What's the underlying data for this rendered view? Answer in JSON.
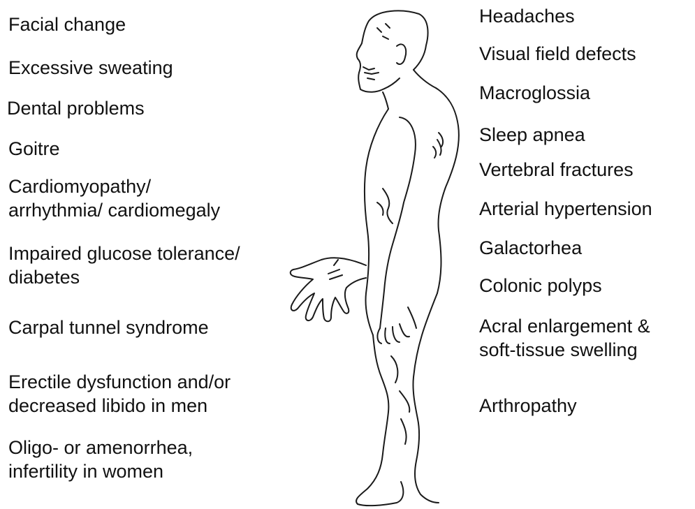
{
  "left_labels": [
    {
      "lines": [
        "Facial change"
      ]
    },
    {
      "lines": [
        "Excessive sweating"
      ]
    },
    {
      "lines": [
        "Dental problems"
      ]
    },
    {
      "lines": [
        "Goitre"
      ]
    },
    {
      "lines": [
        "Cardiomyopathy/",
        "arrhythmia/ cardiomegaly"
      ]
    },
    {
      "lines": [
        "Impaired glucose tolerance/",
        "diabetes"
      ]
    },
    {
      "lines": [
        "Carpal tunnel syndrome"
      ]
    },
    {
      "lines": [
        "Erectile dysfunction and/or",
        "decreased libido in men"
      ]
    },
    {
      "lines": [
        "Oligo- or amenorrhea,",
        "infertility in women"
      ]
    }
  ],
  "right_labels": [
    {
      "lines": [
        "Headaches"
      ]
    },
    {
      "lines": [
        "Visual field defects"
      ]
    },
    {
      "lines": [
        "Macroglossia"
      ]
    },
    {
      "lines": [
        "Sleep apnea"
      ]
    },
    {
      "lines": [
        "Vertebral fractures"
      ]
    },
    {
      "lines": [
        "Arterial hypertension"
      ]
    },
    {
      "lines": [
        "Galactorhea"
      ]
    },
    {
      "lines": [
        "Colonic polyps"
      ]
    },
    {
      "lines": [
        "Acral enlargement &",
        "soft-tissue swelling"
      ]
    },
    {
      "lines": [
        "Arthropathy"
      ]
    }
  ],
  "figure": {
    "icon": "human-body-side-view-line-drawing",
    "stroke_color": "#1a1a1a"
  }
}
